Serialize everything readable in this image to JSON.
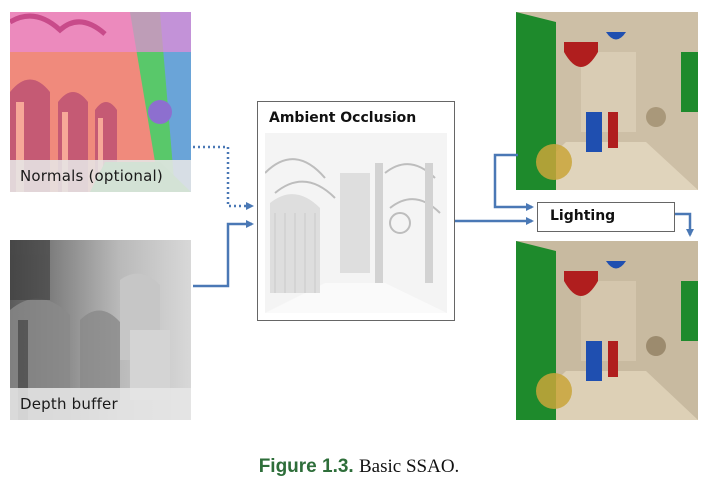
{
  "inputs": {
    "normals_label": "Normals (optional)",
    "depth_label": "Depth buffer"
  },
  "process": {
    "ao_title": "Ambient Occlusion",
    "lighting_label": "Lighting"
  },
  "caption": {
    "figure_number": "Figure 1.3.",
    "text": "Basic SSAO."
  },
  "colors": {
    "arrow": "#4a78b5",
    "caption_figure": "#2e6e3a",
    "banner_green": "#1e8a2c",
    "banner_red": "#b01e1e",
    "banner_blue": "#1f4fb0"
  }
}
